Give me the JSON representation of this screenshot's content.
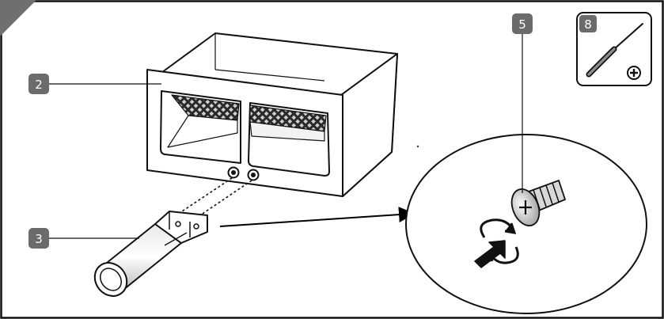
{
  "callouts": {
    "drawer": "2",
    "handle": "3",
    "screw": "5",
    "tool": "8"
  },
  "colors": {
    "badge": "#6b6b6b",
    "frame": "#111111",
    "corner": "#6f6f6f"
  },
  "icons": {
    "tool": "screwdriver-icon",
    "tool_type": "phillips-head-icon",
    "rotate": "rotate-clockwise-icon",
    "push": "push-arrow-icon"
  }
}
